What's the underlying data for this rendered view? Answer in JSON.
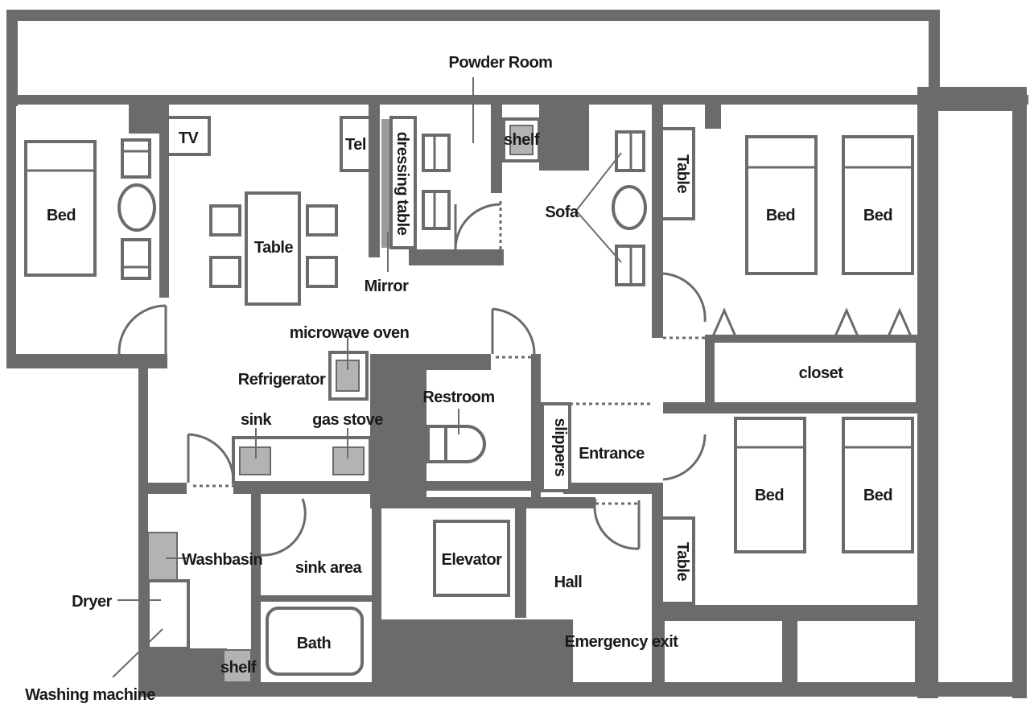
{
  "labels": {
    "powder_room": "Powder Room",
    "tv": "TV",
    "tel": "Tel",
    "dressing_table": "dressing table",
    "shelf_top": "shelf",
    "bed_left": "Bed",
    "table_dining": "Table",
    "mirror": "Mirror",
    "sofa": "Sofa",
    "table_right_top": "Table",
    "bed_right_1": "Bed",
    "bed_right_2": "Bed",
    "microwave_oven": "microwave oven",
    "refrigerator": "Refrigerator",
    "restroom": "Restroom",
    "closet": "closet",
    "sink": "sink",
    "gas_stove": "gas stove",
    "slippers": "slippers",
    "entrance": "Entrance",
    "bed_right_3": "Bed",
    "bed_right_4": "Bed",
    "washbasin": "Washbasin",
    "sink_area": "sink area",
    "elevator": "Elevator",
    "hall": "Hall",
    "table_right_bottom": "Table",
    "dryer": "Dryer",
    "bath": "Bath",
    "emergency_exit": "Emergency exit",
    "shelf_bottom": "shelf",
    "washing_machine": "Washing machine"
  },
  "colors": {
    "wall": "#6b6b6b",
    "appliance": "#b3b3b3",
    "background": "#ffffff"
  }
}
